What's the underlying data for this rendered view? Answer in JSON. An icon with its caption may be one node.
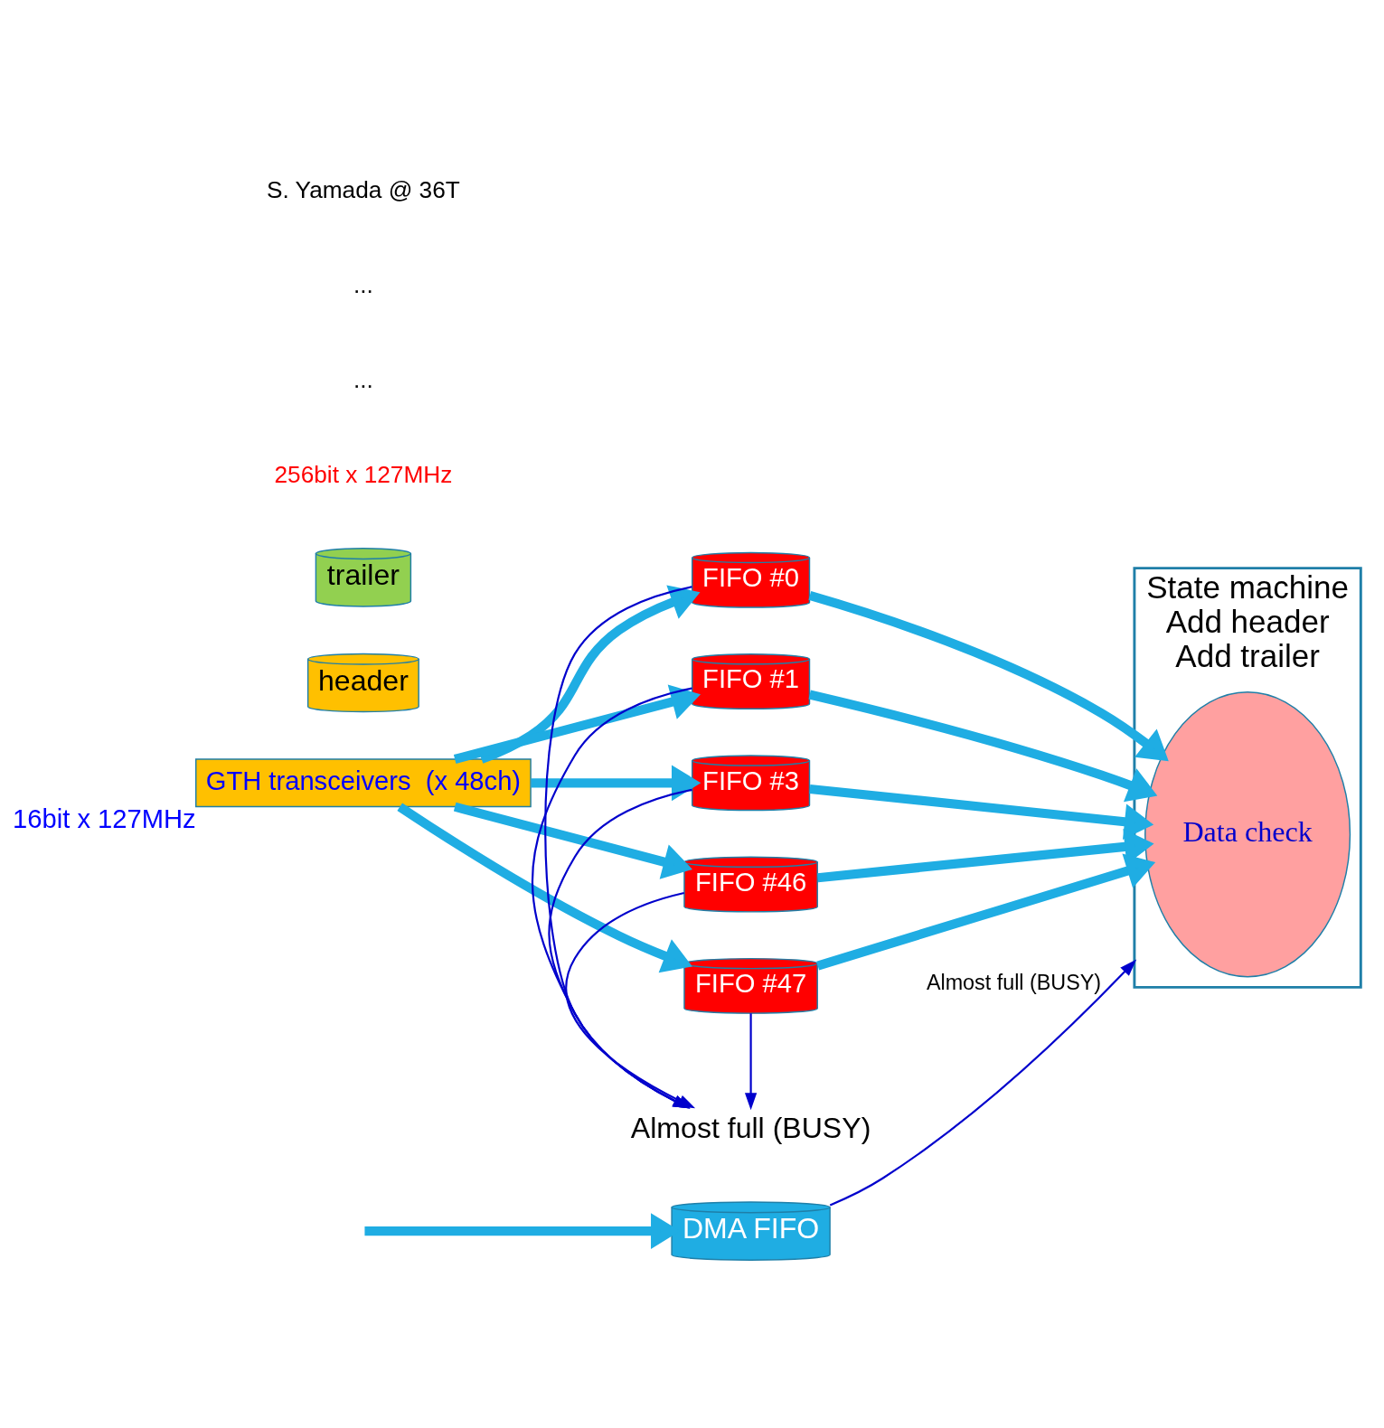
{
  "diagram": {
    "nodes": [
      {
        "text": [
          "Almost full (BUSY)"
        ]
      },
      {
        "text": [
          "GTH transceivers  (x 48ch)"
        ],
        "beside": [
          "16bit x 127MHz"
        ]
      },
      {
        "text": [
          "FIFO #0"
        ]
      },
      {
        "text": [
          "FIFO #1"
        ]
      },
      {
        "text": [
          "FIFO #3"
        ]
      },
      {
        "text": [
          "FIFO #46"
        ]
      },
      {
        "text": [
          "FIFO #47"
        ]
      },
      {
        "text": [
          "State machine",
          "Add header",
          "Add trailer"
        ]
      },
      {
        "text": [
          "Data check"
        ],
        "in": 7
      },
      {
        "text": [
          "header"
        ]
      },
      {
        "text": [
          "trailer"
        ]
      },
      {
        "text": [
          "DMA FIFO"
        ]
      }
    ],
    "edges": [
      {
        "from": 1,
        "to": 2,
        "arrow": "to"
      },
      {
        "from": 1,
        "to": 3,
        "arrow": "to"
      },
      {
        "from": 1,
        "to": 4,
        "arrow": "to"
      },
      {
        "from": 1,
        "to": 5,
        "arrow": "to"
      },
      {
        "from": 1,
        "to": 6,
        "arrow": "to"
      },
      {
        "from": 2,
        "to": 8,
        "arrow": "to"
      },
      {
        "from": 3,
        "to": 8,
        "arrow": "to"
      },
      {
        "from": 4,
        "to": 8,
        "arrow": "to"
      },
      {
        "from": 5,
        "to": 8,
        "arrow": "to"
      },
      {
        "from": 6,
        "to": 8,
        "arrow": "to"
      },
      {
        "from": 2,
        "to": 0,
        "arrow": "to",
        "color": "#0000cc"
      },
      {
        "from": 3,
        "to": 0,
        "arrow": "to",
        "color": "#0000cc"
      },
      {
        "from": 4,
        "to": 0,
        "arrow": "to",
        "color": "#0000cc"
      },
      {
        "from": 5,
        "to": 0,
        "arrow": "to",
        "color": "#0000cc"
      },
      {
        "from": 6,
        "to": 0,
        "arrow": "to",
        "color": "#0000cc"
      },
      {
        "from": 11,
        "to": 7,
        "arrow": "to",
        "label": "Almost full (BUSY)",
        "color": "#0000cc"
      },
      {
        "from": null,
        "to": 11,
        "arrow": "to"
      }
    ],
    "labels": [
      "256bit x 127MHz",
      "...",
      "...",
      "S. Yamada @ 36T"
    ]
  }
}
